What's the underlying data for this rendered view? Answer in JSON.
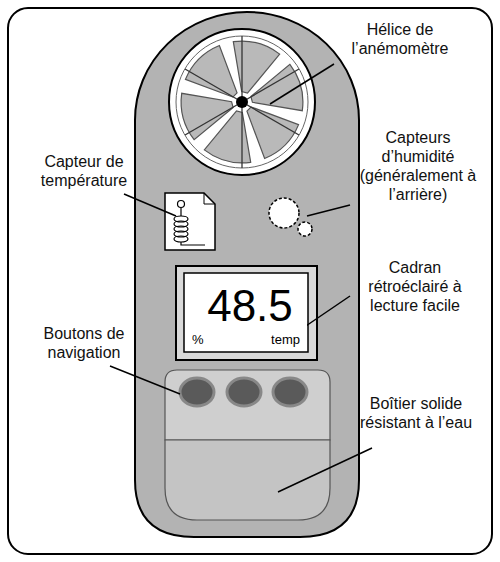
{
  "diagram": {
    "nodes": [
      {
        "text": [
          "48.5",
          "%",
          "temp"
        ]
      }
    ],
    "labels": [
      "Hélice de l’anémomètre",
      "Capteur de température",
      "Capteurs d’humidité (généralement à l’arrière)",
      "Cadran rétroéclairé à lecture facile",
      "Boutons de navigation",
      "Boîtier solide résistant à l’eau"
    ]
  }
}
